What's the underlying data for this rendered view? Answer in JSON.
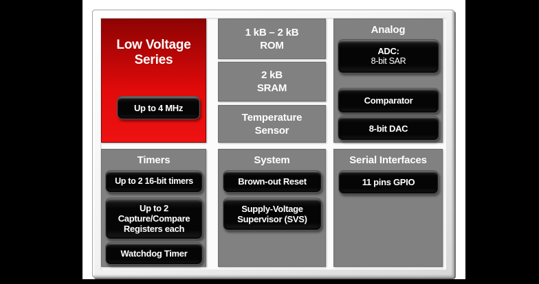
{
  "colors": {
    "side_bars": "#000000",
    "page_background": "#ffffff",
    "panel_gray": "#818181",
    "series_red_top": "#8e0303",
    "series_red_bottom": "#ee1212",
    "button_black": "#050505",
    "text_white": "#ffffff"
  },
  "low_voltage": {
    "title_line1": "Low Voltage",
    "title_line2": "Series",
    "speed_button": "Up to 4 MHz"
  },
  "memory": {
    "rom_line1": "1 kB – 2 kB",
    "rom_line2": "ROM",
    "sram_line1": "2 kB",
    "sram_line2": "SRAM",
    "temp_line1": "Temperature",
    "temp_line2": "Sensor"
  },
  "analog": {
    "title": "Analog",
    "adc_line1": "ADC:",
    "adc_line2": "8-bit SAR",
    "comparator": "Comparator",
    "dac": "8-bit DAC"
  },
  "timers": {
    "title": "Timers",
    "timers_button": "Up to 2 16-bit timers",
    "capture_line1": "Up to 2",
    "capture_line2": "Capture/Compare",
    "capture_line3": "Registers each",
    "watchdog_button": "Watchdog Timer"
  },
  "system": {
    "title": "System",
    "brownout_button": "Brown-out Reset",
    "svs_line1": "Supply-Voltage",
    "svs_line2": "Supervisor (SVS)"
  },
  "serial": {
    "title": "Serial Interfaces",
    "gpio_button": "11 pins GPIO"
  }
}
